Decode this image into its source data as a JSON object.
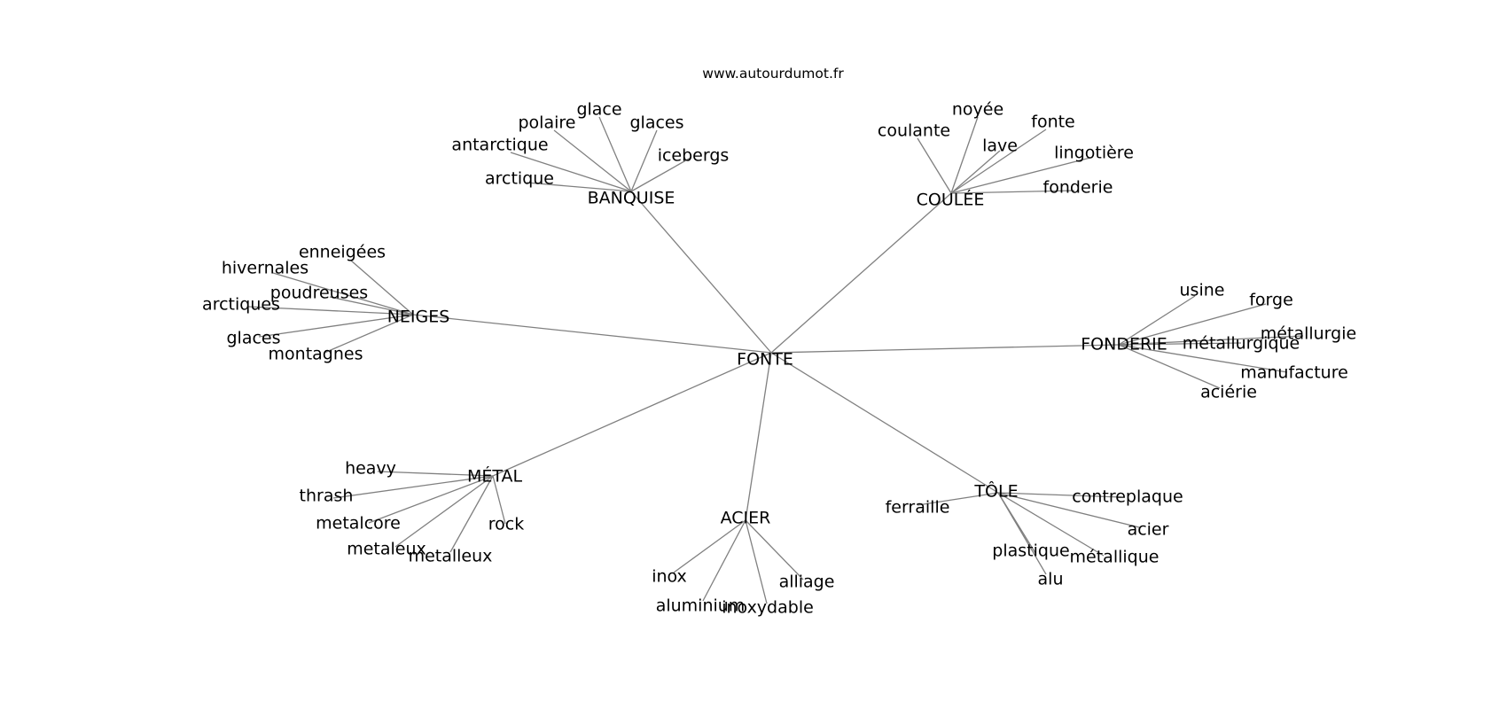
{
  "source": "www.autourdumot.fr",
  "colors": {
    "edge": "#808080",
    "text": "#000000",
    "background": "#ffffff"
  },
  "center": "FONTE",
  "clusters": [
    {
      "label": "BANQUISE",
      "words": [
        "glace",
        "polaire",
        "glaces",
        "antarctique",
        "icebergs",
        "arctique"
      ]
    },
    {
      "label": "COULÉE",
      "words": [
        "noyée",
        "coulante",
        "fonte",
        "lave",
        "lingotière",
        "fonderie"
      ]
    },
    {
      "label": "NEIGES",
      "words": [
        "enneigées",
        "hivernales",
        "poudreuses",
        "arctiques",
        "glaces",
        "montagnes"
      ]
    },
    {
      "label": "FONDERIE",
      "words": [
        "usine",
        "forge",
        "métallurgie",
        "métallurgique",
        "manufacture",
        "aciérie"
      ]
    },
    {
      "label": "MÉTAL",
      "words": [
        "heavy",
        "thrash",
        "metalcore",
        "metaleux",
        "metalleux",
        "rock"
      ]
    },
    {
      "label": "ACIER",
      "words": [
        "inox",
        "aluminium",
        "inoxydable",
        "alliage"
      ]
    },
    {
      "label": "TÔLE",
      "words": [
        "ferraille",
        "contreplaque",
        "acier",
        "plastique",
        "métallique",
        "alu"
      ]
    }
  ]
}
